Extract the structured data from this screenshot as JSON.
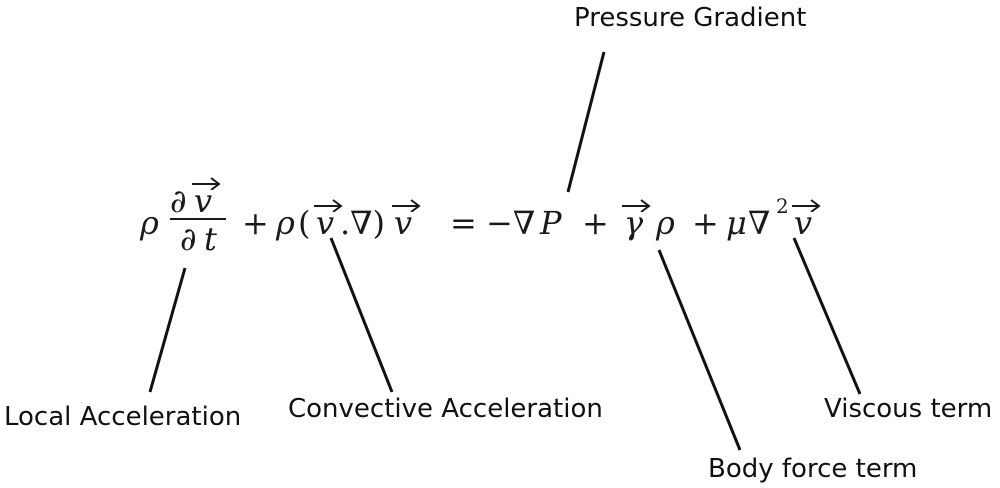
{
  "labels": {
    "pressure_gradient": "Pressure Gradient",
    "local_acceleration": "Local Acceleration",
    "convective_acceleration": "Convective Acceleration",
    "viscous_term": "Viscous term",
    "body_force_term": "Body force term"
  },
  "equation": {
    "rho": "ρ",
    "partial": "∂",
    "v": "v",
    "t": "t",
    "plus": "+",
    "lparen": "(",
    "dot_nabla": ".∇)",
    "equals": "=",
    "minus_nabla": "−∇",
    "P": "P",
    "gamma": "γ",
    "mu": "μ",
    "nabla": "∇",
    "sq": "2"
  },
  "colors": {
    "ink": "#111111",
    "background": "#ffffff"
  }
}
